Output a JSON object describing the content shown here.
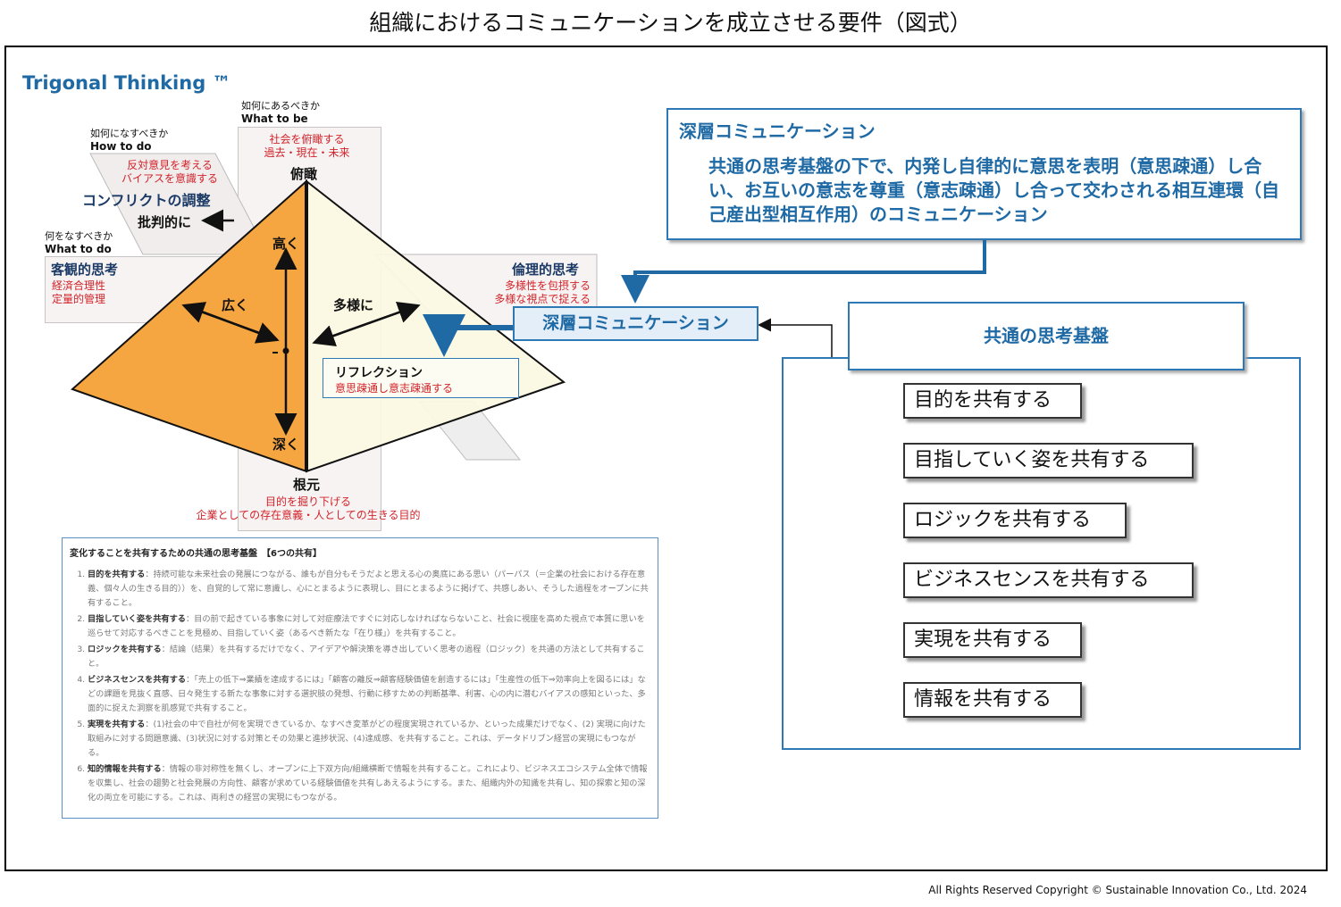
{
  "title": "組織におけるコミュニケーションを成立させる要件（図式）",
  "trademark": "Trigonal Thinking ™",
  "pyramid": {
    "top": {
      "q_jp": "如何にあるべきか",
      "q_en": "What to be",
      "desc1": "社会を俯瞰する",
      "desc2": "過去・現在・未来",
      "label": "俯瞰"
    },
    "how": {
      "q_jp": "如何になすべきか",
      "q_en": "How to do",
      "desc1": "反対意見を考える",
      "desc2": "バイアスを意識する",
      "title": "コンフリクトの調整"
    },
    "critical": "批判的に",
    "what": {
      "q_jp": "何をなすべきか",
      "q_en": "What to do",
      "title": "客観的思考",
      "desc1": "経済合理性",
      "desc2": "定量的管理"
    },
    "ethics": {
      "title": "倫理的思考",
      "desc1": "多様性を包摂する",
      "desc2": "多様な視点で捉える"
    },
    "high": "高く",
    "wide": "広く",
    "diverse": "多様に",
    "deep": "深く",
    "root": {
      "label": "根元",
      "desc1": "目的を掘り下げる",
      "desc2": "企業としての存在意義・人としての生きる目的"
    },
    "reflection": {
      "title": "リフレクション",
      "desc": "意思疎通し意志疎通する"
    }
  },
  "description": {
    "header": "変化することを共有するための共通の思考基盤　【6つの共有】",
    "items": [
      {
        "label": "目的を共有する",
        "text": "：持続可能な未来社会の発展につながる、誰もが自分もそうだよと思える心の奥底にある思い（パーパス（＝企業の社会における存在意義、個々人の生きる目的））を、自覚的して常に意識し、心にとまるように表現し、目にとまるように掲げて、共感しあい、そうした過程をオープンに共有すること。"
      },
      {
        "label": "目指していく姿を共有する",
        "text": "：目の前で起きている事象に対して対症療法ですぐに対応しなければならないこと、社会に視座を高めた視点で本質に思いを巡らせて対応するべきことを見極め、目指していく姿（あるべき新たな「在り様」）を共有すること。"
      },
      {
        "label": "ロジックを共有する",
        "text": "：結論（結果）を共有するだけでなく、アイデアや解決策を導き出していく思考の過程（ロジック）を共通の方法として共有すること。"
      },
      {
        "label": "ビジネスセンスを共有する",
        "text": "：「売上の低下⇒業績を達成するには」「顧客の離反⇒顧客経験価値を創造するには」「生産性の低下⇒効率向上を図るには」などの課題を見抜く直感、日々発生する新たな事象に対する選択肢の発想、行動に移すための判断基準、利害、心の内に潜むバイアスの感知といった、多面的に捉えた洞察を肌感覚で共有すること。"
      },
      {
        "label": "実現を共有する",
        "text": "：(1)社会の中で自社が何を実現できているか、なすべき変革がどの程度実現されているか、といった成果だけでなく、(2) 実現に向けた取組みに対する問題意識、(3)状況に対する対策とその効果と進捗状況、(4)達成感、を共有すること。これは、データドリブン経営の実現にもつながる。"
      },
      {
        "label": "知的情報を共有する",
        "text": "：情報の非対称性を無くし、オープンに上下双方向/組織横断で情報を共有すること。これにより、ビジネスエコシステム全体で情報を収集し、社会の趨勢と社会発展の方向性、顧客が求めている経験価値を共有しあえるようにする。また、組織内外の知識を共有し、知の探索と知の深化の両立を可能にする。これは、両利きの経営の実現にもつながる。"
      }
    ]
  },
  "deep_comm": {
    "title": "深層コミュニケーション",
    "body": "共通の思考基盤の下で、内発し自律的に意思を表明（意思疎通）し合い、お互いの意志を尊重（意志疎通）し合って交わされる相互連環（自己産出型相互作用）のコミュニケーション",
    "tag": "深層コミュニケーション"
  },
  "common_base": {
    "title": "共通の思考基盤",
    "items": [
      "目的を共有する",
      "目指していく姿を共有する",
      "ロジックを共有する",
      "ビジネスセンスを共有する",
      "実現を共有する",
      "情報を共有する"
    ]
  },
  "copyright": "All Rights Reserved Copyright © Sustainable Innovation Co., Ltd. 2024",
  "colors": {
    "accent": "#1f6aa5",
    "orange": "#f6a640",
    "cream": "#fbf8e2",
    "red": "#d2232a"
  }
}
